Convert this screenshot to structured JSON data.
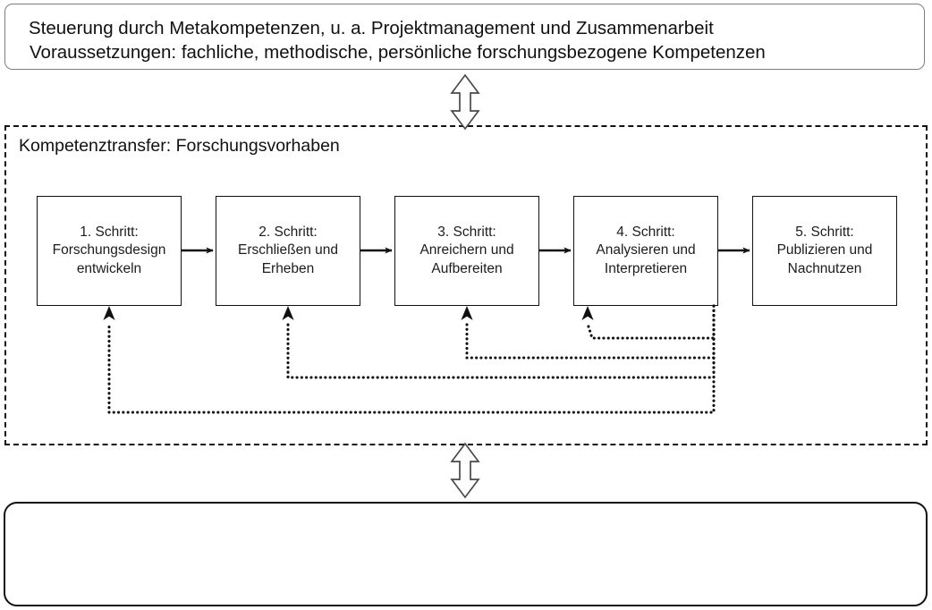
{
  "top_band": {
    "label": "Steuerung durch Metakompetenzen, u. a. Projektmanagement und Zusammenarbeit",
    "border_color": "#7d7d7d"
  },
  "container": {
    "title": "Kompetenztransfer: Forschungsvorhaben",
    "border_style": "dashed",
    "border_color": "#111111"
  },
  "steps": [
    {
      "line1": "1. Schritt:",
      "line2": "Forschungsdesign",
      "line3": "entwickeln"
    },
    {
      "line1": "2. Schritt:",
      "line2": "Erschließen und",
      "line3": "Erheben"
    },
    {
      "line1": "3. Schritt:",
      "line2": "Anreichern und",
      "line3": "Aufbereiten"
    },
    {
      "line1": "4. Schritt:",
      "line2": "Analysieren und",
      "line3": "Interpretieren"
    },
    {
      "line1": "5. Schritt:",
      "line2": "Publizieren und",
      "line3": "Nachnutzen"
    }
  ],
  "bottom_band": {
    "label": "Voraussetzungen: fachliche, methodische, persönliche forschungsbezogene Kompetenzen",
    "border_color": "#111111"
  },
  "connectors": {
    "forward_arrow_style": "solid-filled-head",
    "feedback_arrow_style": "dotted-filled-head",
    "vertical_double_arrow_style": "outlined-double-headed",
    "forward_count": 4,
    "feedback_count": 4,
    "double_arrow_count": 2
  }
}
